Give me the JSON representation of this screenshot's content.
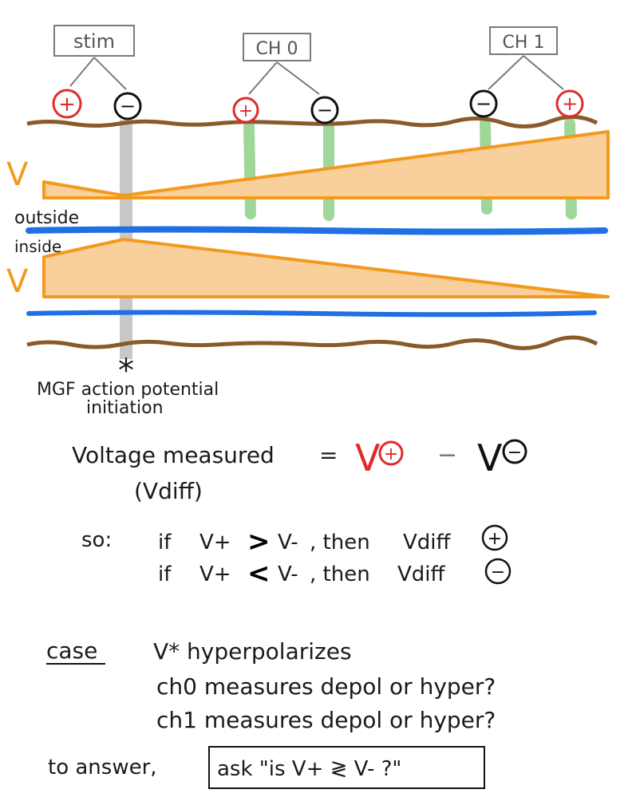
{
  "labels": {
    "stim": "stim",
    "ch0": "CH 0",
    "ch1": "CH 1",
    "plus": "+",
    "minus": "−",
    "v_top": "V",
    "v_bottom": "V",
    "outside": "outside",
    "inside": "inside",
    "star": "*",
    "mgf_line1": "MGF action potential",
    "mgf_line2": "initiation"
  },
  "equation": {
    "left": "Voltage measured",
    "sub": "(Vdiff)",
    "equals": "=",
    "v_plus_letter": "V",
    "dash": "−",
    "v_minus_letter": "V"
  },
  "rules": {
    "so": "so:",
    "rule1_if": "if",
    "rule1_vplus": "V+",
    "rule1_op": ">",
    "rule1_vminus": "V-",
    "rule1_then": ", then",
    "rule1_vdiff": "Vdiff",
    "rule2_if": "if",
    "rule2_vplus": "V+",
    "rule2_op": "<",
    "rule2_vminus": "V-",
    "rule2_then": ", then",
    "rule2_vdiff": "Vdiff"
  },
  "case_text": {
    "case_label": "case",
    "line1": "V* hyperpolarizes",
    "line2": "ch0 measures depol or hyper?",
    "line3": "ch1 measures depol or hyper?",
    "answer_prefix": "to answer,",
    "answer_box": "ask \"is V+ ≷ V- ?\""
  },
  "colors": {
    "membrane": "#8B5A2B",
    "blue": "#1f6fe5",
    "orange_stroke": "#f39a1d",
    "orange_fill": "#f9cf9c",
    "green": "#8fd18a",
    "gray": "#c8c8c8",
    "red": "#e02b2b",
    "black": "#111111",
    "box_gray": "#7a7a7a"
  }
}
